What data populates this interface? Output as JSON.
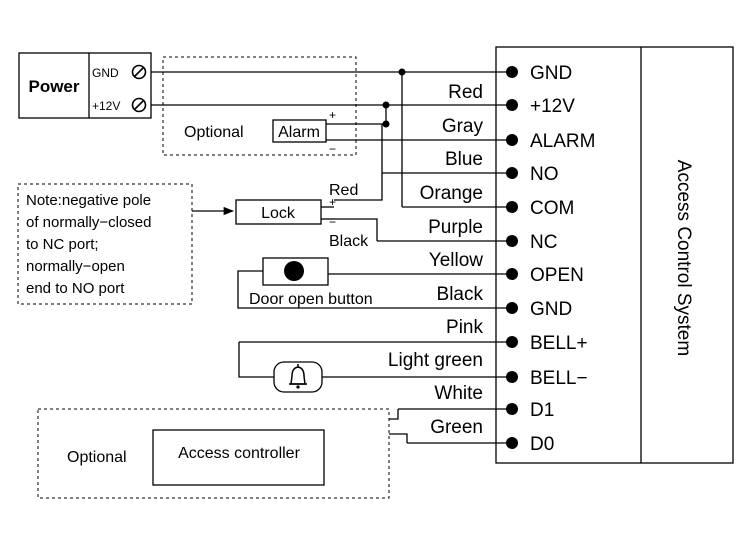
{
  "system_title": "Access Control System",
  "terminals": [
    "GND",
    "+12V",
    "ALARM",
    "NO",
    "COM",
    "NC",
    "OPEN",
    "GND",
    "BELL+",
    "BELL−",
    "D1",
    "D0"
  ],
  "wire_colors": [
    "Red",
    "Gray",
    "Blue",
    "Orange",
    "Purple",
    "Yellow",
    "Black",
    "Pink",
    "Light green",
    "White",
    "Green"
  ],
  "power": {
    "label": "Power",
    "gnd": "GND",
    "v12": "+12V"
  },
  "optional_top": "Optional",
  "alarm": {
    "label": "Alarm",
    "plus": "+",
    "minus": "−"
  },
  "lock": {
    "label": "Lock",
    "plus": "+",
    "minus": "−",
    "red": "Red",
    "black": "Black"
  },
  "note": [
    "Note:negative pole",
    "of normally−closed",
    "to NC port;",
    "normally−open",
    "end to NO port"
  ],
  "door_button": "Door open button",
  "bell": {
    "icon": "bell-icon"
  },
  "optional_bottom": "Optional",
  "controller": "Access controller"
}
